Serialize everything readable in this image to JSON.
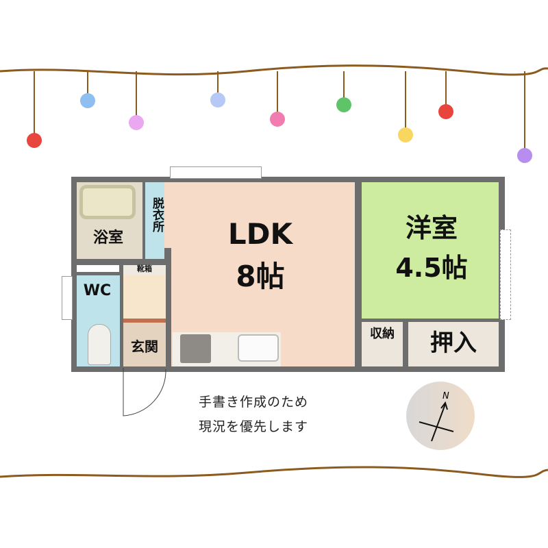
{
  "rooms": {
    "ldk": {
      "name": "LDK",
      "size": "8帖"
    },
    "western": {
      "name": "洋室",
      "size": "4.5帖"
    },
    "bath": "浴室",
    "dressing": "脱衣所",
    "wc": "WC",
    "entrance": "玄関",
    "shoe_box": "靴箱",
    "storage": "収納",
    "closet": "押入"
  },
  "note": {
    "line1": "手書き作成のため",
    "line2": "現況を優先します"
  },
  "compass": {
    "label": "N"
  },
  "colors": {
    "wall": "#6d6d6d",
    "ldk": "#f6dcc8",
    "western": "#cdeca0",
    "wet": "#bfe3ea",
    "bath": "#e4dccb",
    "garland": "#8a5a1e"
  },
  "garland_balls": [
    "#e8453c",
    "#8fbff0",
    "#e9a8f0",
    "#b6c8f6",
    "#f07cb0",
    "#5fc468",
    "#f8d760",
    "#e8453c",
    "#b88df0"
  ]
}
